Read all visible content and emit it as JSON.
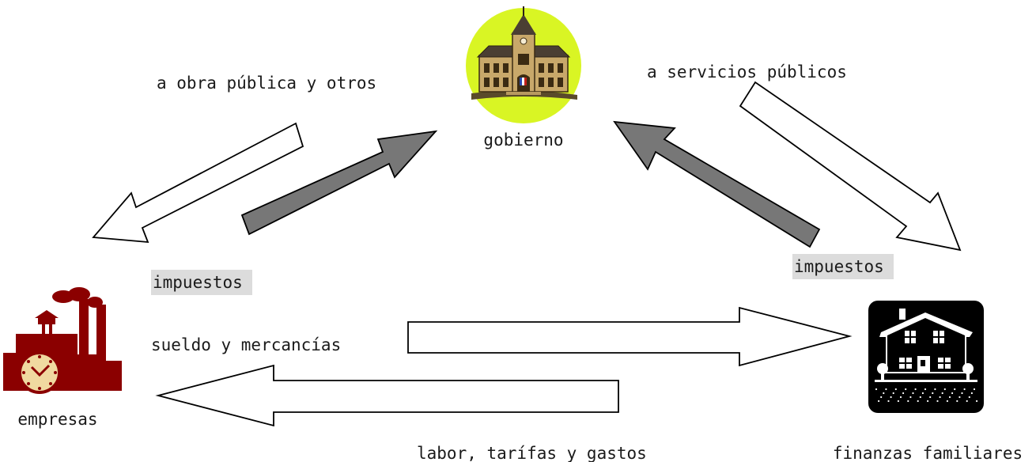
{
  "nodes": {
    "gobierno": "gobierno",
    "empresas": "empresas",
    "familias": "finanzas familiares"
  },
  "flows": {
    "obra_publica": "a obra pública y otros",
    "servicios_publicos": "a servicios públicos",
    "impuestos_empresas": "impuestos",
    "impuestos_familias": "impuestos",
    "sueldo": "sueldo y mercancías",
    "labor": "labor, tarífas y gastos"
  },
  "colors": {
    "gray_arrow": "#777777",
    "outline": "#000000",
    "factory": "#8b0000",
    "government_circle": "#d9f524",
    "label_highlight": "#dcdcdc"
  }
}
